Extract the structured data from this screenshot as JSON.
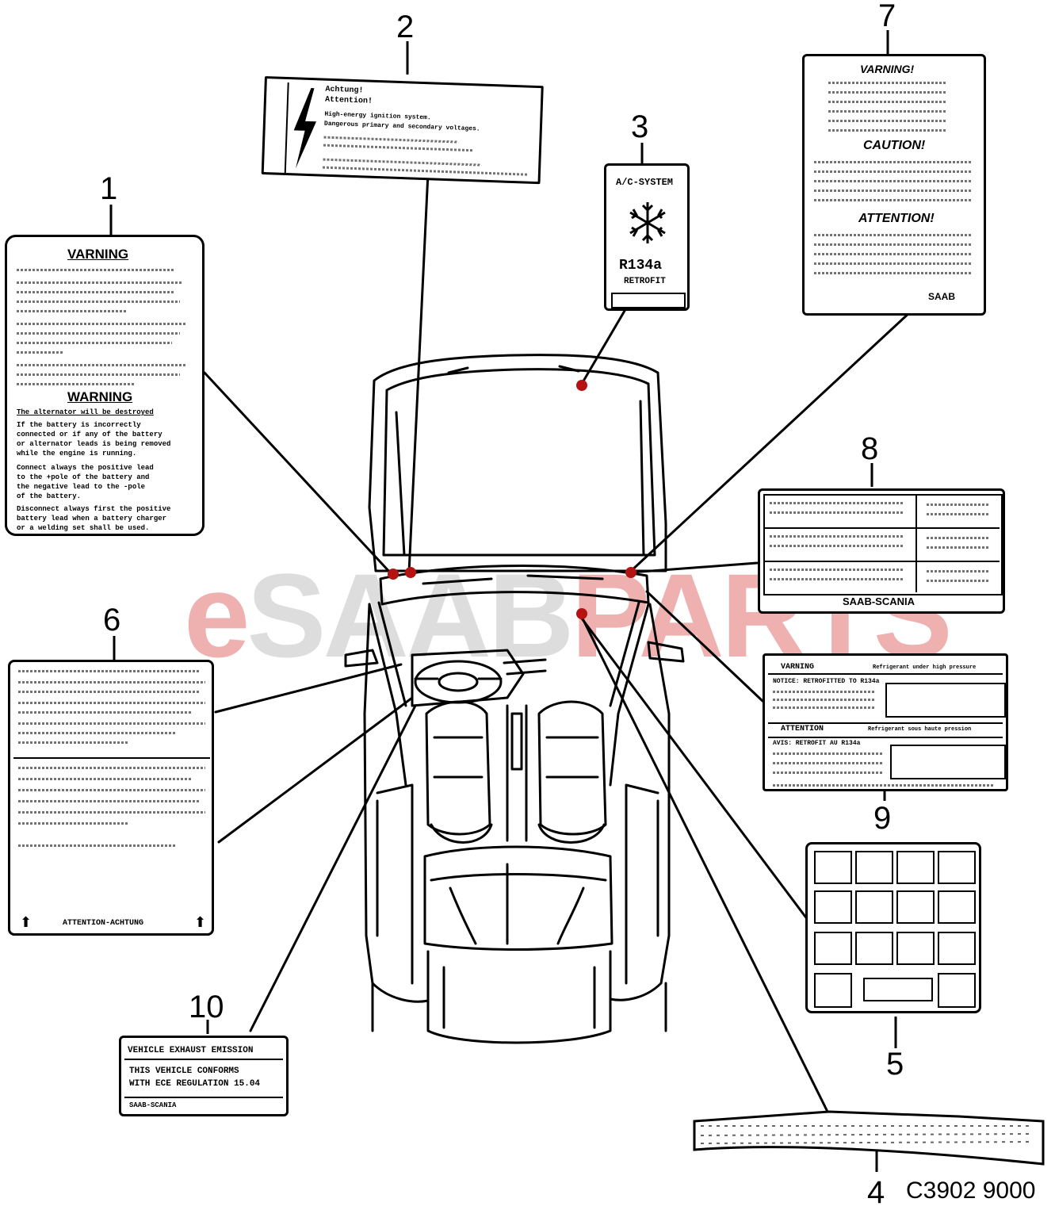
{
  "callouts": [
    "1",
    "2",
    "3",
    "4",
    "5",
    "6",
    "7",
    "8",
    "9",
    "10"
  ],
  "decal1": {
    "heading1": "VARNING",
    "heading2": "WARNING",
    "line1": "The alternator will be destroyed",
    "line2": "If the battery is incorrectly",
    "line3": "connected or if any of the battery",
    "line4": "or alternator leads is being removed",
    "line5": "while the engine is running.",
    "line6": "Connect always the positive lead",
    "line7": "to the +pole of the battery and",
    "line8": "the negative lead to the -pole",
    "line9": "of the battery.",
    "line10": "Disconnect always first the positive",
    "line11": "battery lead when a battery charger",
    "line12": "or a welding set shall be used."
  },
  "decal2": {
    "line1": "Achtung!",
    "line2": "Attention!",
    "line3": "High-energy ignition system.",
    "line4": "Dangerous primary and secondary voltages."
  },
  "decal3": {
    "title": "A/C-SYSTEM",
    "refrigerant": "R134a",
    "retrofit": "RETROFIT",
    "icon": "snowflake-icon"
  },
  "decal6": {
    "footer": "ATTENTION-ACHTUNG"
  },
  "decal7": {
    "heading1": "VARNING!",
    "heading2": "CAUTION!",
    "heading3": "ATTENTION!",
    "brand": "SAAB"
  },
  "decal8": {
    "brand": "SAAB-SCANIA"
  },
  "decal9": {
    "warning": "VARNING",
    "warning_note": "Refrigerant under high pressure",
    "notice": "NOTICE: RETROFITTED TO R134a",
    "attention": "ATTENTION",
    "attention_note": "Refrigerant sous haute pression",
    "avis": "AVIS: RETROFIT AU R134a"
  },
  "decal10": {
    "title": "VEHICLE EXHAUST EMISSION",
    "line1": "THIS VEHICLE CONFORMS",
    "line2": "WITH ECE REGULATION 15.04",
    "footer": "SAAB-SCANIA"
  },
  "watermark": {
    "e": "e",
    "saab": "SAAB",
    "parts": "PARTS"
  },
  "figure_code": "C3902 9000"
}
